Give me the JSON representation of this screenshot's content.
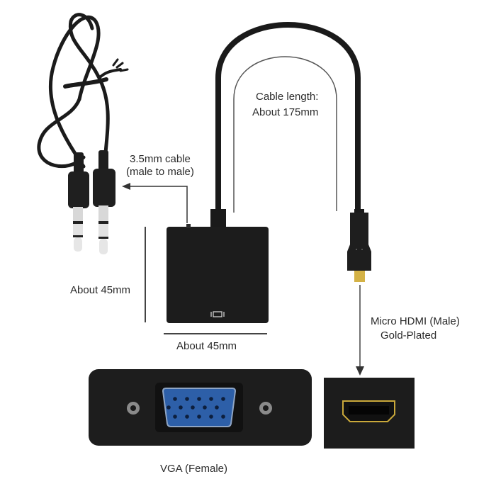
{
  "product": {
    "name": "Micro HDMI to VGA adapter with 3.5mm audio cable",
    "colors": {
      "body": "#1c1c1c",
      "vga_port": "#2d5fa8",
      "gold": "#c9a83a",
      "annotation_line": "#444444",
      "text": "#2b2b2b"
    }
  },
  "labels": {
    "audio_cable_line1": "3.5mm cable",
    "audio_cable_line2": "(male to male)",
    "cable_length_line1": "Cable length:",
    "cable_length_line2": "About 175mm",
    "height_dim": "About 45mm",
    "width_dim": "About 45mm",
    "micro_hdmi_line1": "Micro HDMI (Male)",
    "micro_hdmi_line2": "Gold-Plated",
    "vga_port": "VGA (Female)"
  },
  "icons": {
    "vga_symbol": "display-icon",
    "arrow_left": "arrow-left-icon",
    "arrow_down": "arrow-down-icon"
  }
}
